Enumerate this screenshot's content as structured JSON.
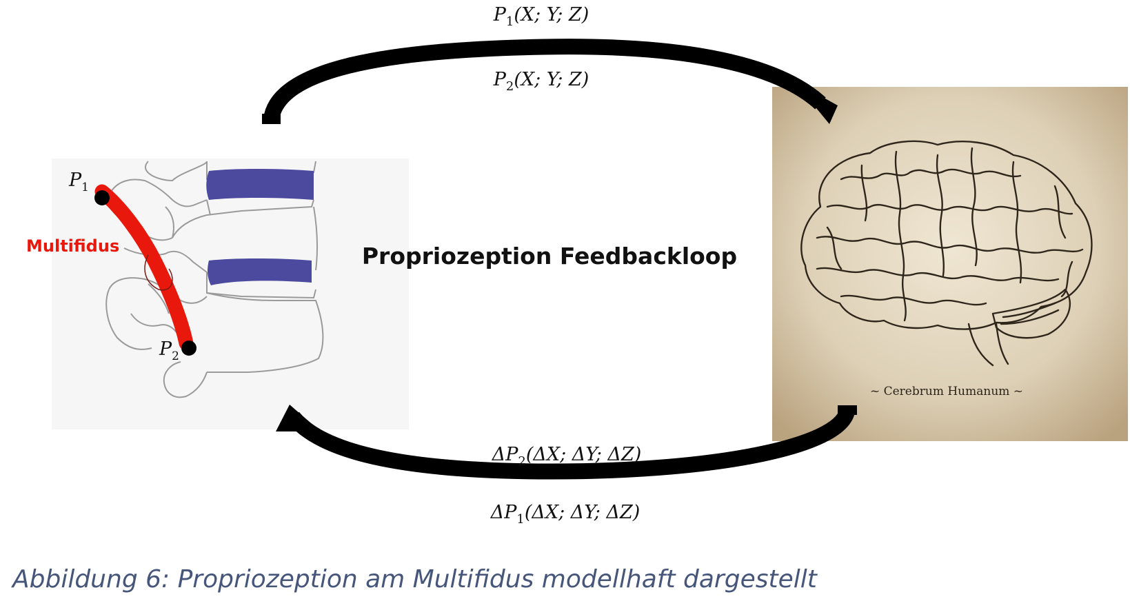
{
  "diagram": {
    "title": "Propriozeption Feedbackloop",
    "muscle_label": "Multifidus",
    "points": {
      "p1_label": "P",
      "p1_sub": "1",
      "p2_label": "P",
      "p2_sub": "2"
    },
    "top_labels": {
      "line1": {
        "sym": "P",
        "sub": "1",
        "args": "(X; Y; Z)"
      },
      "line2": {
        "sym": "P",
        "sub": "2",
        "args": "(X; Y; Z)"
      }
    },
    "bottom_labels": {
      "line1": {
        "sym": "ΔP",
        "sub": "2",
        "args": "(ΔX; ΔY; ΔZ)"
      },
      "line2": {
        "sym": "ΔP",
        "sub": "1",
        "args": "(ΔX; ΔY; ΔZ)"
      }
    },
    "brain_caption": "~ Cerebrum Humanum ~",
    "colors": {
      "muscle": "#e8190c",
      "disc": "#4b4a9e",
      "arrow": "#000000",
      "caption": "#46567a",
      "parchment": "#d9ccb2"
    }
  },
  "caption": "Abbildung 6: Propriozeption am Multifidus modellhaft dargestellt"
}
